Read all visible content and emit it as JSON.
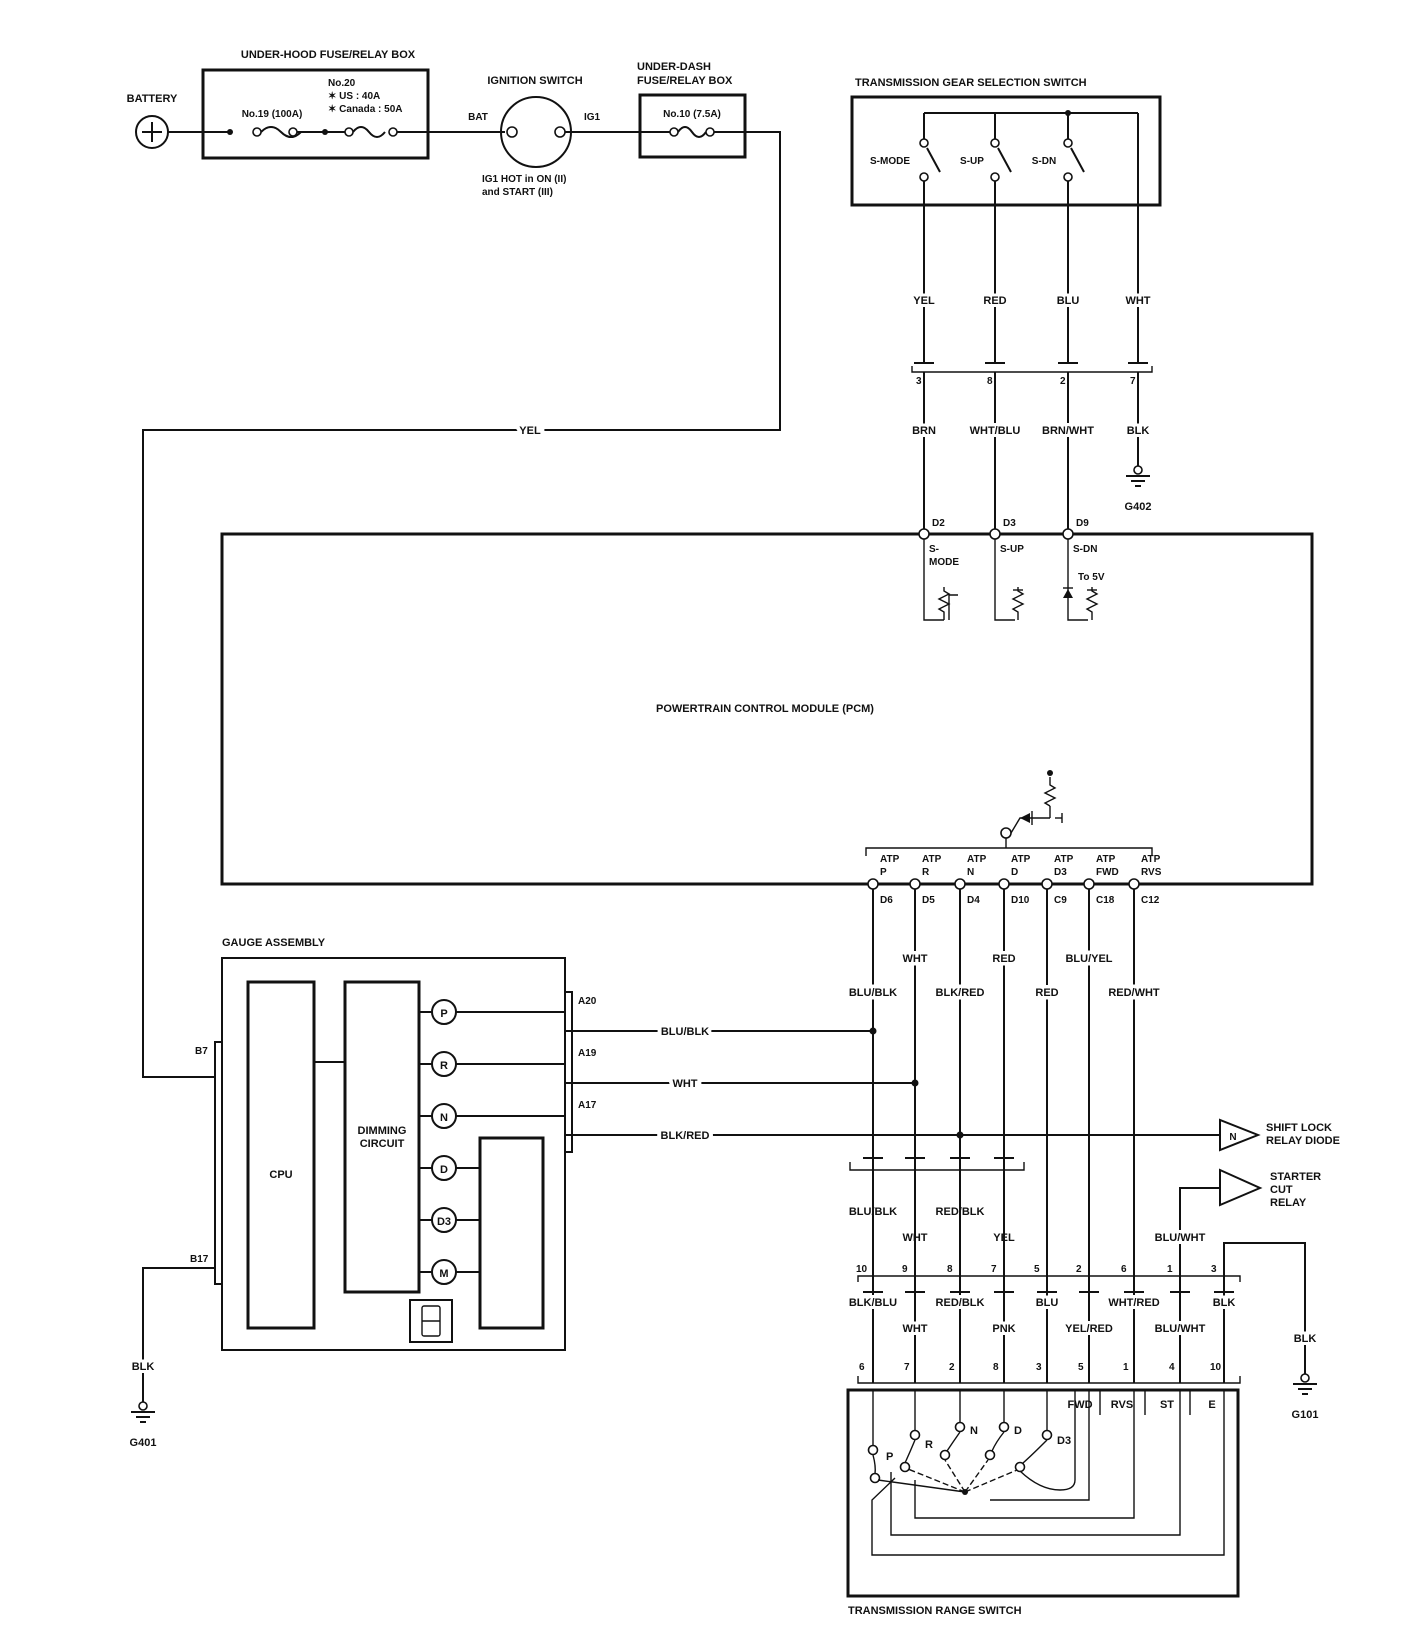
{
  "components": {
    "battery": "BATTERY",
    "underhood_box": "UNDER-HOOD FUSE/RELAY BOX",
    "fuse19": "No.19 (100A)",
    "fuse20_lines": [
      "No.20",
      "✶ US : 40A",
      "✶ Canada : 50A"
    ],
    "ignition": "IGNITION SWITCH",
    "ign_bat": "BAT",
    "ign_ig1": "IG1",
    "ign_note": [
      "IG1 HOT in ON (II)",
      "and START (III)"
    ],
    "underdash_box": [
      "UNDER-DASH",
      "FUSE/RELAY BOX"
    ],
    "fuse10": "No.10 (7.5A)",
    "tgss": "TRANSMISSION GEAR SELECTION SWITCH",
    "tgss_switches": [
      "S-MODE",
      "S-UP",
      "S-DN"
    ],
    "pcm": "POWERTRAIN CONTROL MODULE (PCM)",
    "pcm_top_terminals": [
      {
        "pin": "D2",
        "name": [
          "S-",
          "MODE"
        ]
      },
      {
        "pin": "D3",
        "name": [
          "S-UP"
        ]
      },
      {
        "pin": "D9",
        "name": [
          "S-DN"
        ]
      }
    ],
    "to5v": "To 5V",
    "gauge": "GAUGE ASSEMBLY",
    "cpu": "CPU",
    "dimming": [
      "DIMMING",
      "CIRCUIT"
    ],
    "indicators": [
      "P",
      "R",
      "N",
      "D",
      "D3",
      "M"
    ],
    "gauge_pins": {
      "b7": "B7",
      "b17": "B17",
      "a20": "A20",
      "a19": "A19",
      "a17": "A17"
    },
    "shift_lock_flag": "N",
    "shift_lock": [
      "SHIFT LOCK",
      "RELAY DIODE"
    ],
    "starter_cut": [
      "STARTER",
      "CUT",
      "RELAY"
    ],
    "trs": "TRANSMISSION RANGE SWITCH",
    "trs_positions": [
      "P",
      "R",
      "N",
      "D",
      "D3"
    ],
    "trs_columns": [
      "FWD",
      "RVS",
      "ST",
      "E"
    ],
    "grounds": [
      "G402",
      "G401",
      "G101"
    ]
  },
  "wires": {
    "yel_main": "YEL",
    "tgss_upper": [
      "YEL",
      "RED",
      "BLU",
      "WHT"
    ],
    "tgss_pins": [
      "3",
      "8",
      "2",
      "7"
    ],
    "tgss_lower": [
      "BRN",
      "WHT/BLU",
      "BRN/WHT",
      "BLK"
    ],
    "atp": [
      {
        "name": [
          "ATP",
          "P"
        ],
        "pin": "D6"
      },
      {
        "name": [
          "ATP",
          "R"
        ],
        "pin": "D5"
      },
      {
        "name": [
          "ATP",
          "N"
        ],
        "pin": "D4"
      },
      {
        "name": [
          "ATP",
          "D"
        ],
        "pin": "D10"
      },
      {
        "name": [
          "ATP",
          "D3"
        ],
        "pin": "C9"
      },
      {
        "name": [
          "ATP",
          "FWD"
        ],
        "pin": "C18"
      },
      {
        "name": [
          "ATP",
          "RVS"
        ],
        "pin": "C12"
      }
    ],
    "atp_colors_row1": [
      "WHT",
      "RED",
      "BLU/YEL"
    ],
    "atp_colors_row2": [
      "BLU/BLK",
      "BLK/RED",
      "RED",
      "RED/WHT"
    ],
    "gauge_wires": [
      "BLU/BLK",
      "WHT",
      "BLK/RED"
    ],
    "mid_colors_row1": [
      "BLU/BLK",
      "RED/BLK"
    ],
    "mid_colors_row2": [
      "WHT",
      "YEL",
      "BLU/WHT"
    ],
    "conn_pins_upper": [
      "10",
      "9",
      "8",
      "7",
      "5",
      "2",
      "6",
      "1",
      "3"
    ],
    "low_colors_row1": [
      "BLK/BLU",
      "RED/BLK",
      "BLU",
      "WHT/RED",
      "BLK"
    ],
    "low_colors_row2": [
      "WHT",
      "PNK",
      "YEL/RED",
      "BLU/WHT"
    ],
    "conn_pins_lower": [
      "6",
      "7",
      "2",
      "8",
      "3",
      "5",
      "1",
      "4",
      "10"
    ],
    "gnd_wire": "BLK"
  }
}
